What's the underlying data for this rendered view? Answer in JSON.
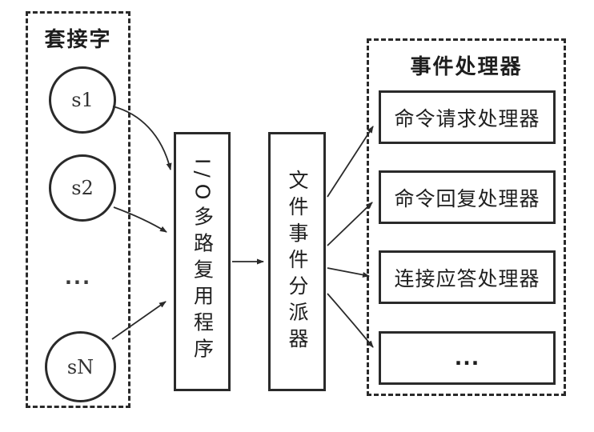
{
  "sockets": {
    "title": "套接字",
    "items": [
      {
        "label": "s1"
      },
      {
        "label": "s2"
      },
      {
        "label": "sN"
      }
    ],
    "ellipsis": "..."
  },
  "multiplexer": {
    "label": "I/O多路复用程序"
  },
  "dispatcher": {
    "label": "文件事件分派器"
  },
  "handlers": {
    "title": "事件处理器",
    "items": [
      {
        "label": "命令请求处理器"
      },
      {
        "label": "命令回复处理器"
      },
      {
        "label": "连接应答处理器"
      },
      {
        "label": "..."
      }
    ]
  },
  "colors": {
    "line": "#2a2a2a",
    "background": "#ffffff"
  }
}
